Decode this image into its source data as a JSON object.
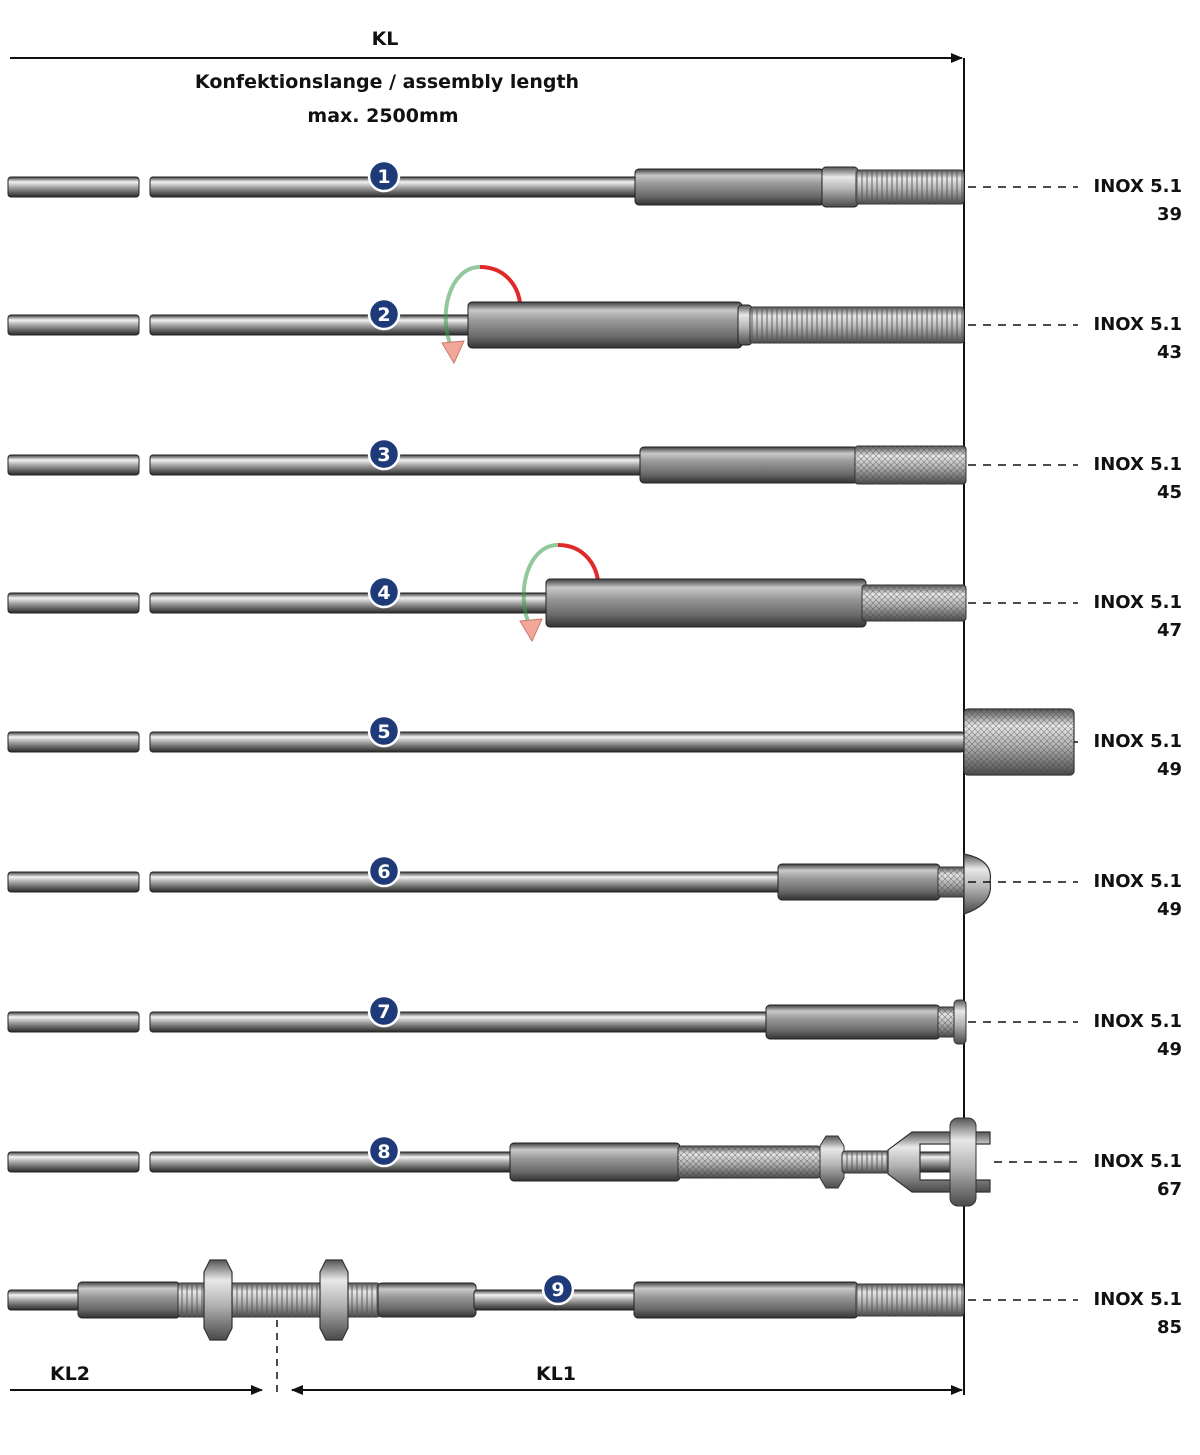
{
  "header": {
    "kl_label": "KL",
    "title_line1": "Konfektionslange / assembly length",
    "title_line2": "max. 2500mm"
  },
  "rows": [
    {
      "num": "1",
      "code": "INOX 5.1",
      "page": "39"
    },
    {
      "num": "2",
      "code": "INOX 5.1",
      "page": "43"
    },
    {
      "num": "3",
      "code": "INOX 5.1",
      "page": "45"
    },
    {
      "num": "4",
      "code": "INOX 5.1",
      "page": "47"
    },
    {
      "num": "5",
      "code": "INOX 5.1",
      "page": "49"
    },
    {
      "num": "6",
      "code": "INOX 5.1",
      "page": "49"
    },
    {
      "num": "7",
      "code": "INOX 5.1",
      "page": "49"
    },
    {
      "num": "8",
      "code": "INOX 5.1",
      "page": "67"
    },
    {
      "num": "9",
      "code": "INOX 5.1",
      "page": "85"
    }
  ],
  "footer": {
    "kl2_label": "KL2",
    "kl1_label": "KL1"
  },
  "colors": {
    "badge": "#1f3a78",
    "rotation_red": "#e02a2a",
    "rotation_green": "#3a9a4a"
  }
}
